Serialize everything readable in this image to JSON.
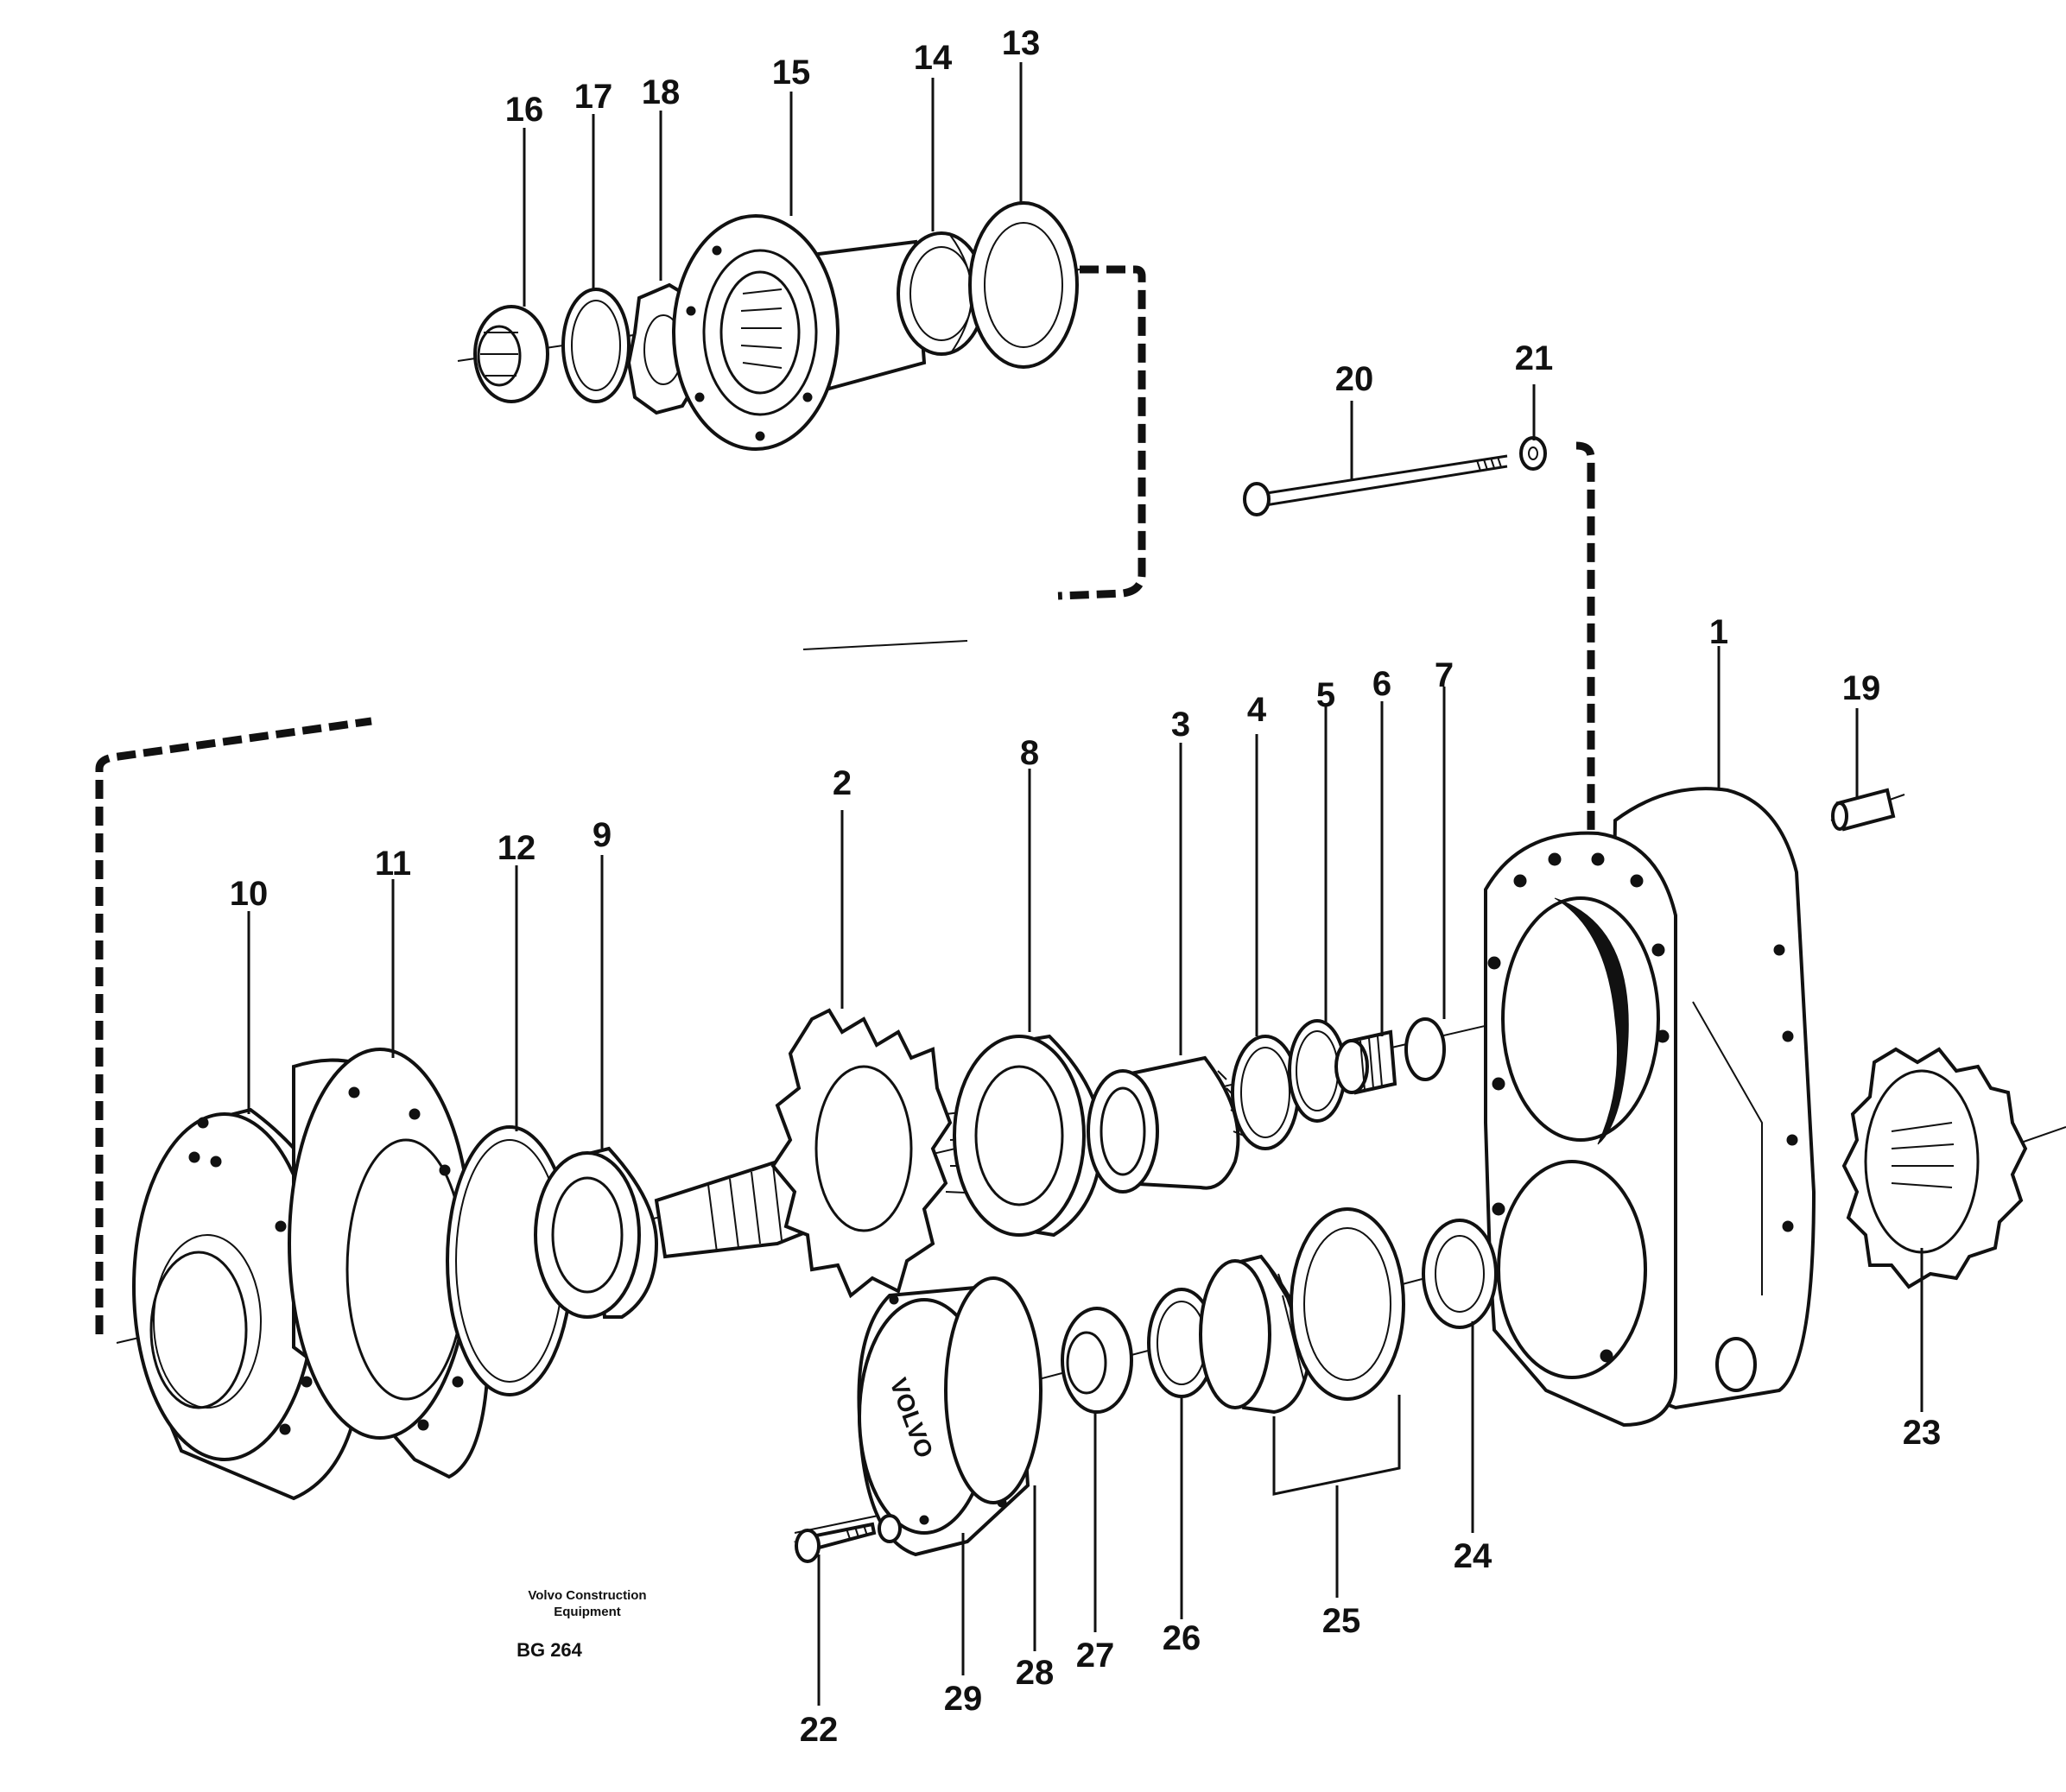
{
  "diagram": {
    "part_numbers": [
      "1",
      "2",
      "3",
      "4",
      "5",
      "6",
      "7",
      "8",
      "9",
      "10",
      "11",
      "12",
      "13",
      "14",
      "15",
      "16",
      "17",
      "18",
      "19",
      "20",
      "21",
      "22",
      "23",
      "24",
      "25",
      "26",
      "27",
      "28",
      "29"
    ],
    "footer": {
      "company_line1": "Volvo Construction",
      "company_line2": "Equipment",
      "code": "BG 264"
    },
    "embossed_text": "VOLVO"
  }
}
